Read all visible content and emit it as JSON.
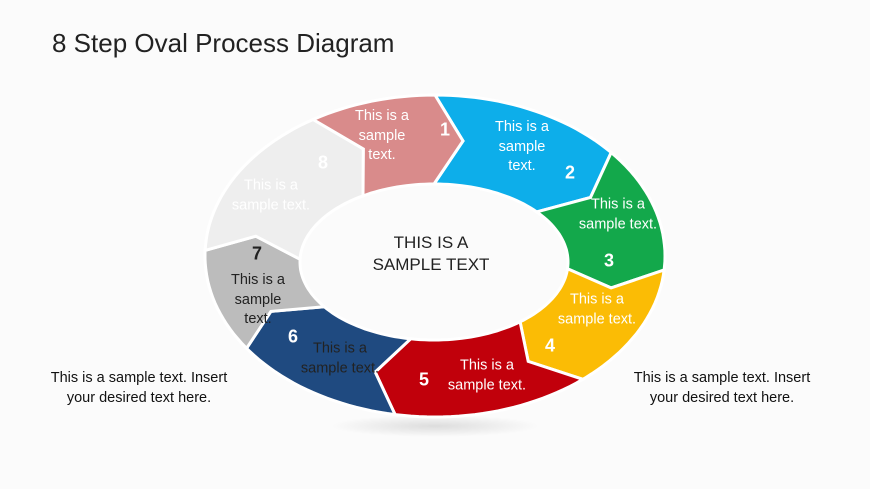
{
  "title": "8 Step Oval Process Diagram",
  "center_text": [
    "THIS IS A",
    "SAMPLE TEXT"
  ],
  "steps": [
    {
      "number": "1",
      "text": "This is a\nsample\ntext.",
      "color": "#0daeea"
    },
    {
      "number": "2",
      "text": "This is a\nsample\ntext.",
      "color": "#13a84b"
    },
    {
      "number": "3",
      "text": "This is a\nsample text.",
      "color": "#fbbc05"
    },
    {
      "number": "4",
      "text": "This is a\nsample text.",
      "color": "#c1000b"
    },
    {
      "number": "5",
      "text": "This is a\nsample text.",
      "color": "#1f4a80"
    },
    {
      "number": "6",
      "text": "This is a\nsample text.",
      "color": "#bcbcbc"
    },
    {
      "number": "7",
      "text": "This is a\nsample\ntext.",
      "color": "#eeeeee"
    },
    {
      "number": "8",
      "text": "This is a\nsample text.",
      "color": "#d98b8b"
    }
  ],
  "captions": {
    "left": "This is a sample text. Insert your desired text here.",
    "right": "This is a sample text. Insert your desired text here."
  }
}
